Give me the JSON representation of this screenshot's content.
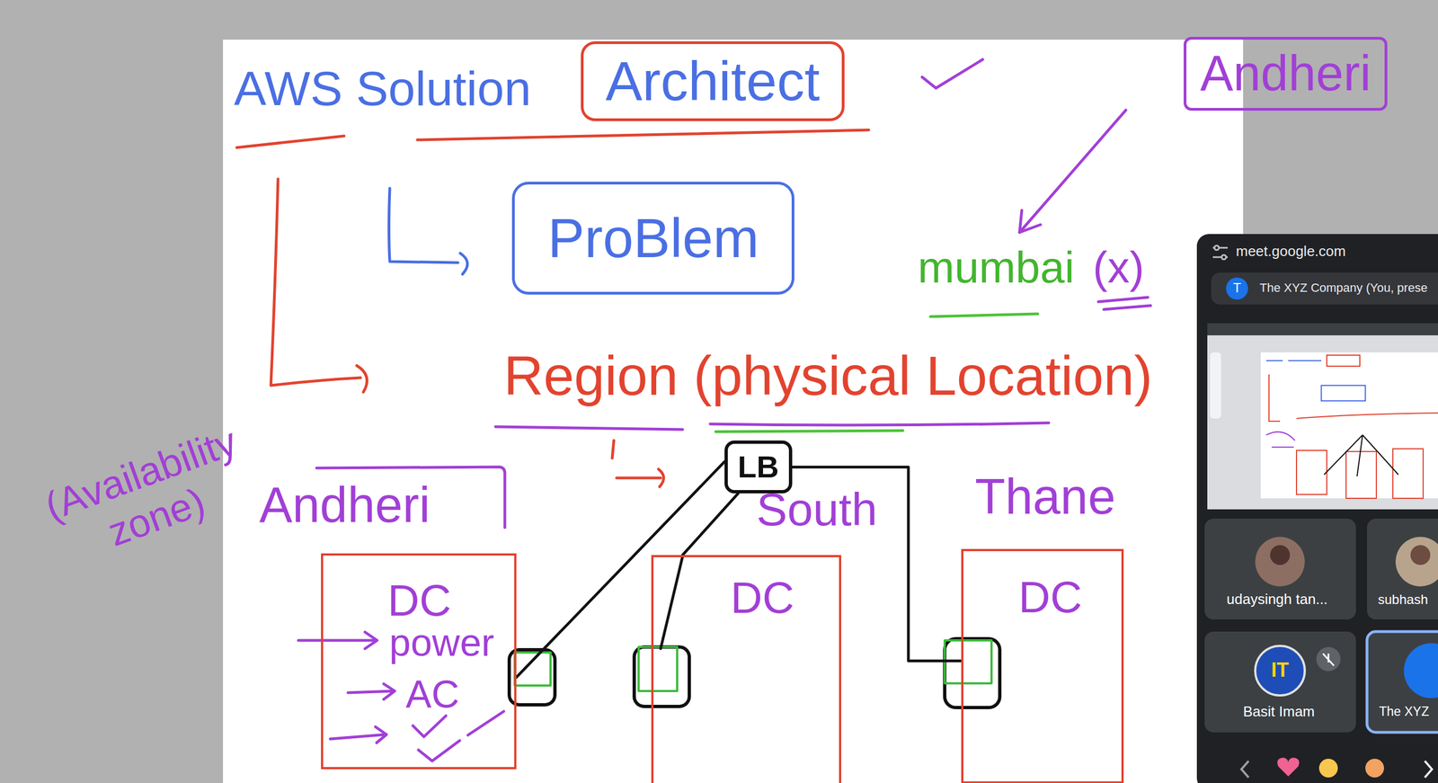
{
  "diagram": {
    "nodes": [
      {
        "text": [
          "Architect"
        ]
      },
      {
        "text": [
          "ProBlem"
        ]
      },
      {
        "text": [
          "Andheri"
        ]
      },
      {
        "text": [
          "LB"
        ]
      },
      {
        "text": [
          "Andheri",
          "DC",
          "power",
          "AC"
        ]
      },
      {
        "text": [
          "South",
          "DC"
        ]
      },
      {
        "text": [
          "Thane",
          "DC"
        ]
      }
    ],
    "edges": [
      {
        "from": 3,
        "to": 4,
        "arrow": "none"
      },
      {
        "from": 3,
        "to": 5,
        "arrow": "none"
      },
      {
        "from": 3,
        "to": 6,
        "arrow": "none"
      }
    ],
    "labels": [
      "AWS Solution",
      "mumbai",
      "(x)",
      "Region (physical Location)",
      "(Availability zone)",
      "meet.google.com",
      "T",
      "The XYZ Company (You, prese",
      "udaysingh tan...",
      "subhash",
      "IT",
      "Basit Imam",
      "The XYZ"
    ]
  }
}
